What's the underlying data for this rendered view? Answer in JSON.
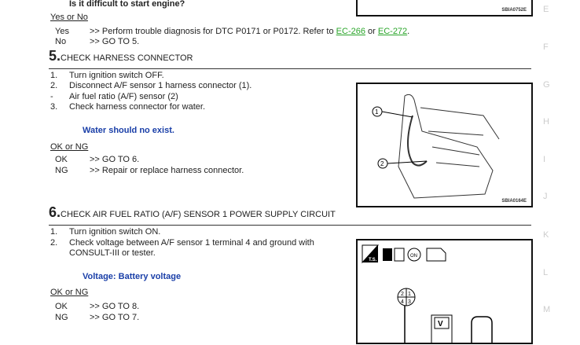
{
  "step4": {
    "question": "Is it difficult to start engine?",
    "choice_label": "Yes or No",
    "yes": {
      "key": "Yes",
      "text": ">> Perform trouble diagnosis for DTC P0171 or P0172. Refer to ",
      "link1": "EC-266",
      "mid": " or ",
      "link2": "EC-272",
      "end": "."
    },
    "no": {
      "key": "No",
      "text": ">> GO TO 5."
    },
    "figure_code": "SBIA0752E"
  },
  "step5": {
    "num": "5.",
    "title": "CHECK HARNESS CONNECTOR",
    "steps": [
      "1.",
      "Turn ignition switch OFF.",
      "2.",
      "Disconnect A/F sensor 1 harness connector (1).",
      "-",
      "Air fuel ratio (A/F) sensor (2)",
      "3.",
      "Check harness connector for water."
    ],
    "spec": "Water should no exist.",
    "choice_label": "OK or NG",
    "ok": {
      "key": "OK",
      "text": ">> GO TO 6."
    },
    "ng": {
      "key": "NG",
      "text": ">> Repair or replace harness connector."
    },
    "callouts": [
      "1",
      "2"
    ],
    "figure_code": "SBIA0164E"
  },
  "step6": {
    "num": "6.",
    "title": "CHECK AIR FUEL RATIO (A/F) SENSOR 1 POWER SUPPLY CIRCUIT",
    "steps": [
      "1.",
      "Turn ignition switch ON.",
      "2.",
      "Check voltage between A/F sensor 1 terminal 4 and ground with",
      "",
      "CONSULT-III or tester."
    ],
    "spec": "Voltage: Battery voltage",
    "choice_label": "OK or NG",
    "ok": {
      "key": "OK",
      "text": ">> GO TO 8."
    },
    "ng": {
      "key": "NG",
      "text": ">> GO TO 7."
    },
    "figure": {
      "ts": "T.S.",
      "on": "ON",
      "pins": [
        "2",
        "1",
        "4",
        "3"
      ],
      "meter": "V"
    }
  },
  "side_index": [
    "E",
    "F",
    "G",
    "H",
    "I",
    "J",
    "K",
    "L",
    "M"
  ]
}
